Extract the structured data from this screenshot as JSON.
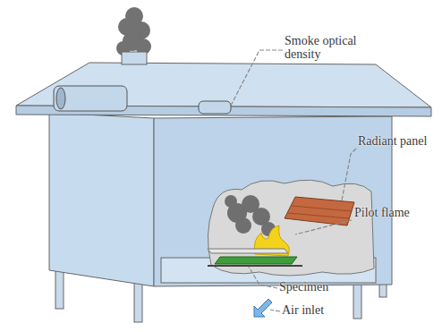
{
  "diagram": {
    "labels": [
      "Smoke optical density",
      "Radiant panel",
      "Pilot flame",
      "Specimen",
      "Air inlet"
    ]
  }
}
